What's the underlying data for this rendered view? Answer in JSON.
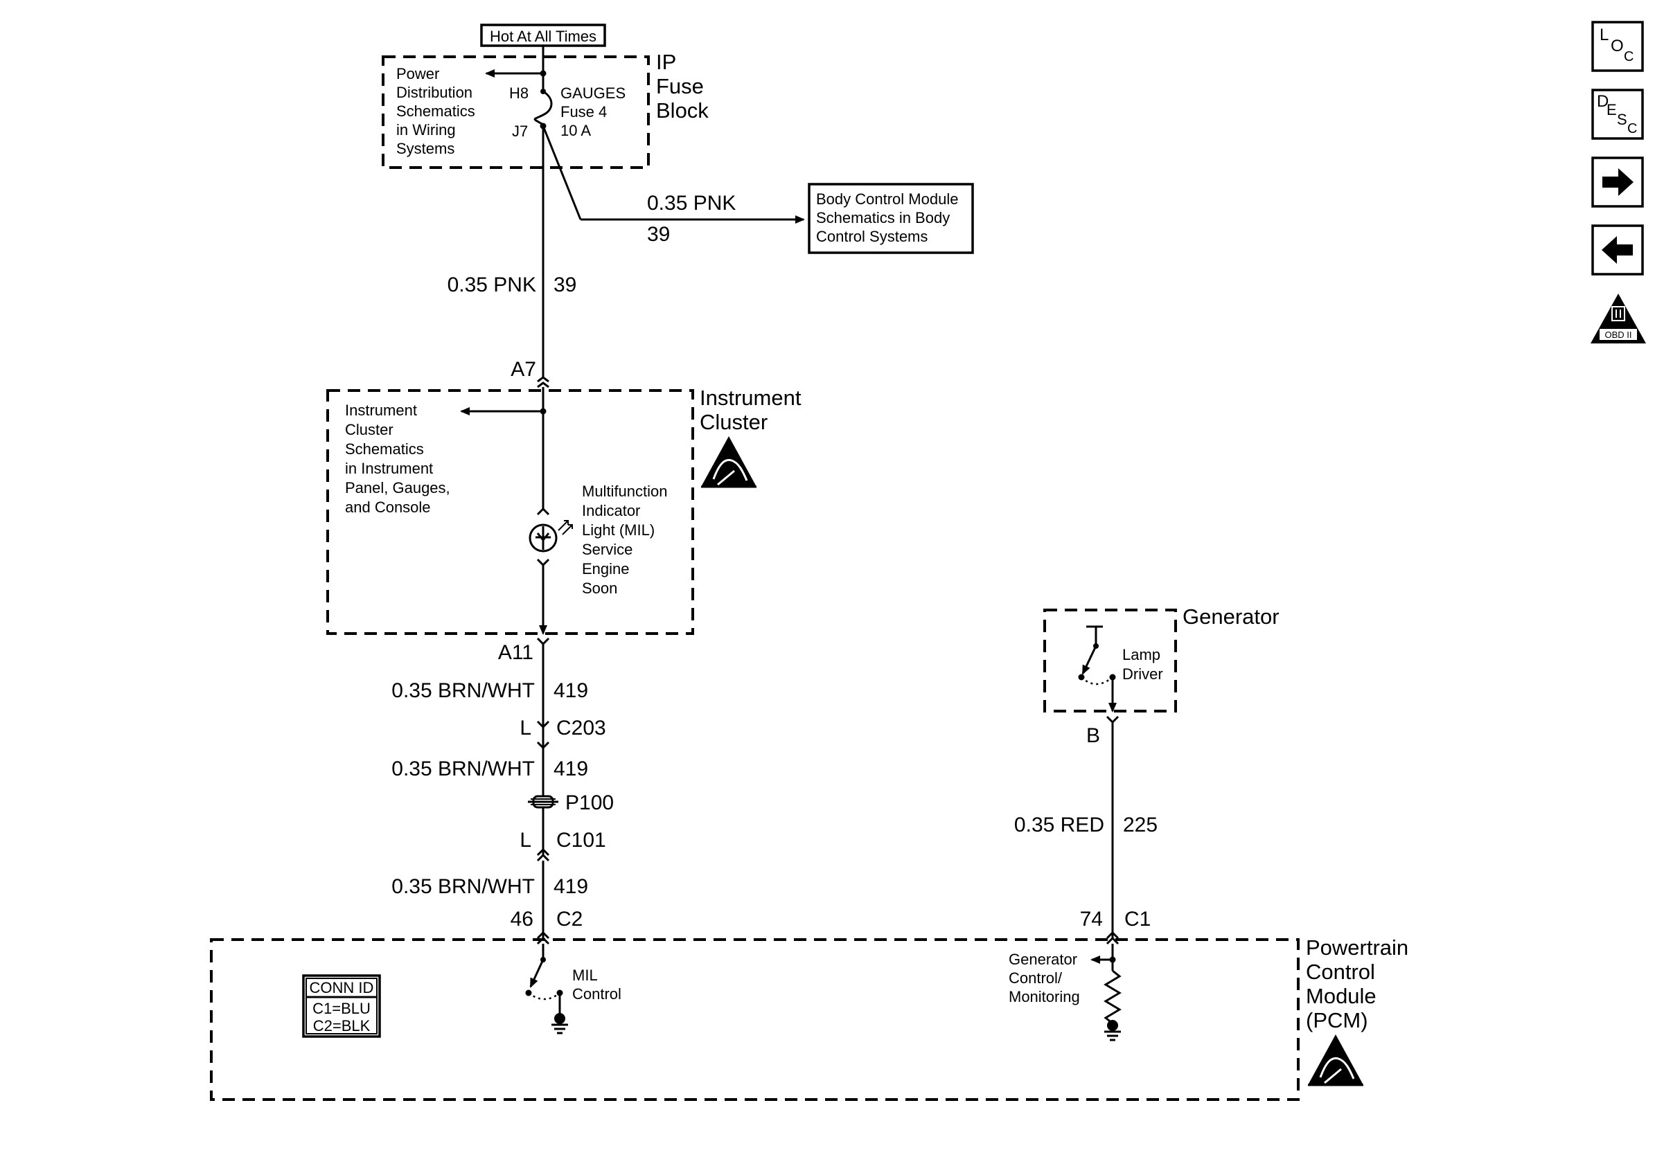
{
  "fuse_block": {
    "supply_label": "Hot At All Times",
    "title_lines": [
      "IP",
      "Fuse",
      "Block"
    ],
    "ref_lines": [
      "Power",
      "Distribution",
      "Schematics",
      "in Wiring",
      "Systems"
    ],
    "pin_in": "H8",
    "pin_out": "J7",
    "fuse_lines": [
      "GAUGES",
      "Fuse 4",
      "10 A"
    ]
  },
  "bcm": {
    "lines": [
      "Body Control Module",
      "Schematics in Body",
      "Control Systems"
    ],
    "wire_gauge_color": "0.35 PNK",
    "wire_circuit": "39"
  },
  "wires": {
    "pnk_main": {
      "gauge_color": "0.35 PNK",
      "circuit": "39"
    },
    "brn_wht_1": {
      "gauge_color": "0.35 BRN/WHT",
      "circuit": "419"
    },
    "brn_wht_2": {
      "gauge_color": "0.35 BRN/WHT",
      "circuit": "419"
    },
    "brn_wht_3": {
      "gauge_color": "0.35 BRN/WHT",
      "circuit": "419"
    },
    "red": {
      "gauge_color": "0.35 RED",
      "circuit": "225"
    }
  },
  "instrument_cluster": {
    "title_lines": [
      "Instrument",
      "Cluster"
    ],
    "pin_top": "A7",
    "pin_bottom": "A11",
    "ref_lines": [
      "Instrument",
      "Cluster",
      "Schematics",
      "in Instrument",
      "Panel, Gauges,",
      "and Console"
    ],
    "mil_lines": [
      "Multifunction",
      "Indicator",
      "Light (MIL)",
      "Service",
      "Engine",
      "Soon"
    ]
  },
  "connectors": {
    "c203": {
      "pin": "L",
      "name": "C203"
    },
    "p100": {
      "name": "P100"
    },
    "c101": {
      "pin": "L",
      "name": "C101"
    }
  },
  "generator": {
    "title": "Generator",
    "lamp_driver_lines": [
      "Lamp",
      "Driver"
    ],
    "pin": "B"
  },
  "pcm": {
    "title_lines": [
      "Powertrain",
      "Control",
      "Module",
      "(PCM)"
    ],
    "c2_pin": "46",
    "c2_name": "C2",
    "c1_pin": "74",
    "c1_name": "C1",
    "mil_control_lines": [
      "MIL",
      "Control"
    ],
    "gen_control_lines": [
      "Generator",
      "Control/",
      "Monitoring"
    ],
    "conn_id_title": "CONN ID",
    "conn_id_lines": [
      "C1=BLU",
      "C2=BLK"
    ]
  },
  "nav": {
    "loc": {
      "big": "L",
      "sub": "O",
      "sub2": "C"
    },
    "desc": {
      "big": "D",
      "sub": "E",
      "sub2": "S",
      "sub3": "C"
    },
    "obd_label": "OBD II"
  }
}
